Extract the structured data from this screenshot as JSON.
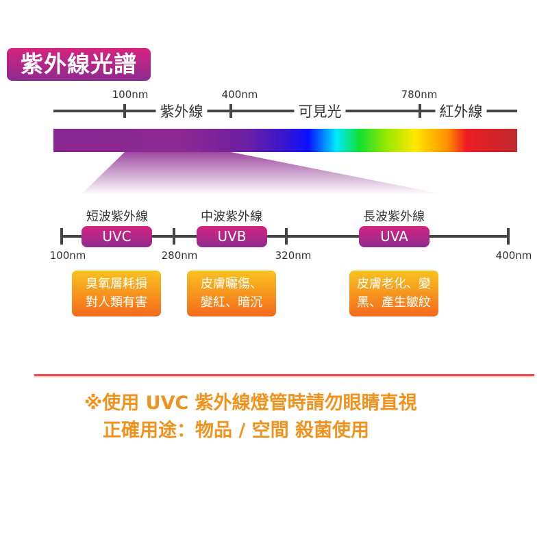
{
  "title": "紫外線光譜",
  "spectrum": {
    "ticks": [
      "100nm",
      "400nm",
      "780nm"
    ],
    "segments": [
      "紫外線",
      "可見光",
      "紅外線"
    ]
  },
  "uv_bands": [
    {
      "name": "短波紫外線",
      "code": "UVC",
      "effect_line1": "臭氧層耗損",
      "effect_line2": "對人類有害"
    },
    {
      "name": "中波紫外線",
      "code": "UVB",
      "effect_line1": "皮膚曬傷、",
      "effect_line2": "變紅、暗沉"
    },
    {
      "name": "長波紫外線",
      "code": "UVA",
      "effect_line1": "皮膚老化、變",
      "effect_line2": "黑、產生皺紋"
    }
  ],
  "uv_ticks": [
    "100nm",
    "280nm",
    "320nm",
    "400nm"
  ],
  "notes": {
    "line1": "※使用 UVC 紫外線燈管時請勿眼睛直視",
    "line2": "正確用途：物品 / 空間 殺菌使用"
  },
  "colors": {
    "accent": "#c0257f",
    "orange": "#f0921e",
    "divider": "#e8534f"
  }
}
